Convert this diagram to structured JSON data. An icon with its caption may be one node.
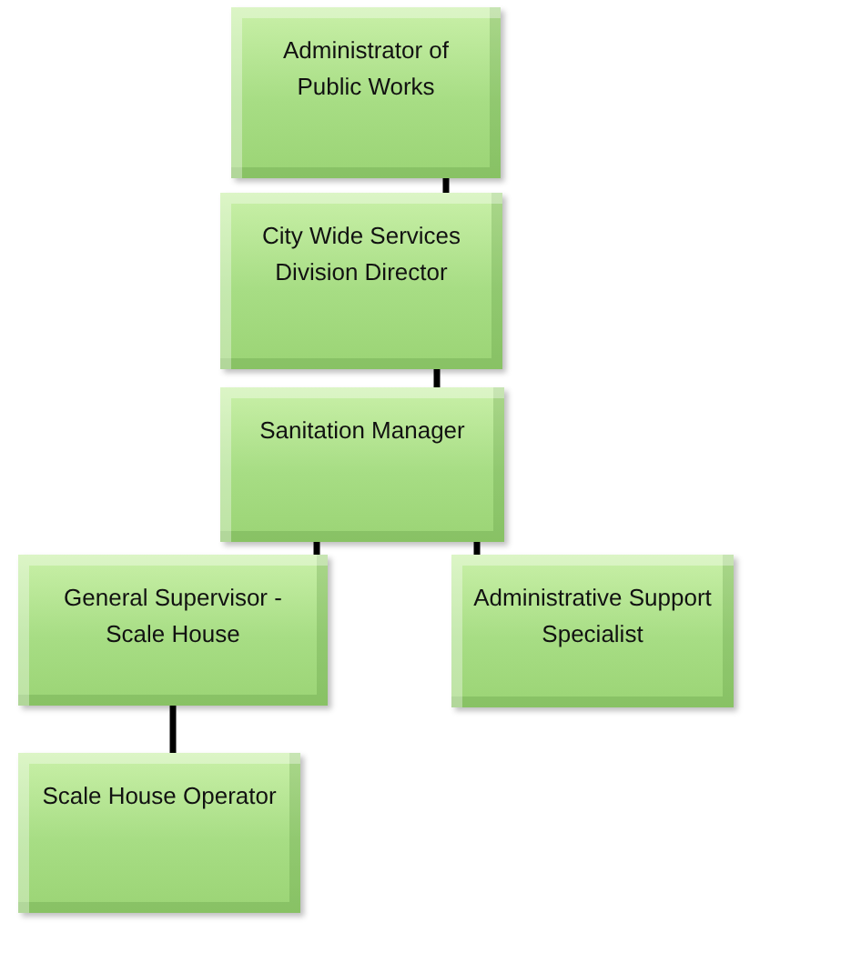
{
  "diagram": {
    "nodes": [
      {
        "text": [
          "Administrator  of Public Works"
        ]
      },
      {
        "text": [
          "City Wide Services Division Director"
        ]
      },
      {
        "text": [
          "Sanitation Manager"
        ]
      },
      {
        "text": [
          "General Supervisor - Scale House"
        ]
      },
      {
        "text": [
          "Administrative  Support Specialist"
        ]
      },
      {
        "text": [
          "Scale House Operator"
        ]
      }
    ],
    "edges": [
      {
        "from": 0,
        "to": 1,
        "arrow": "none"
      },
      {
        "from": 1,
        "to": 2,
        "arrow": "none"
      },
      {
        "from": 2,
        "to": 3,
        "arrow": "none"
      },
      {
        "from": 2,
        "to": 4,
        "arrow": "none"
      },
      {
        "from": 3,
        "to": 5,
        "arrow": "none"
      }
    ]
  }
}
